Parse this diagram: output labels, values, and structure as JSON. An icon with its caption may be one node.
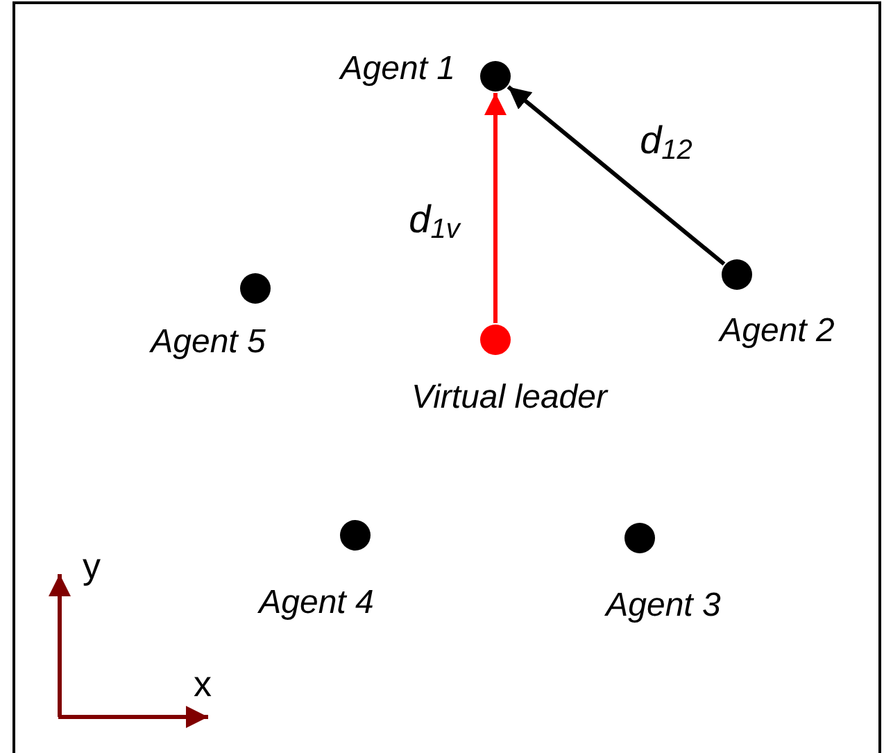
{
  "diagram": {
    "nodes": [
      {
        "text": [],
        "shape": "circle",
        "beside": [
          "Agent 1"
        ]
      },
      {
        "text": [],
        "shape": "circle",
        "beside": [
          "Agent 2"
        ]
      },
      {
        "text": [],
        "shape": "circle",
        "beside": [
          "Agent 5"
        ]
      },
      {
        "text": [],
        "shape": "circle",
        "beside": [
          "Virtual leader"
        ]
      },
      {
        "text": [],
        "shape": "circle",
        "beside": [
          "Agent 4"
        ]
      },
      {
        "text": [],
        "shape": "circle",
        "beside": [
          "Agent 3"
        ]
      }
    ],
    "edges": [
      {
        "from": 1,
        "to": 0,
        "arrow": "to",
        "label": "d$_{12}$"
      },
      {
        "from": 3,
        "to": 0,
        "arrow": "to",
        "label": "d$_{1v}$",
        "color": "#ff0000"
      }
    ],
    "labels": [
      "y",
      "x"
    ]
  }
}
